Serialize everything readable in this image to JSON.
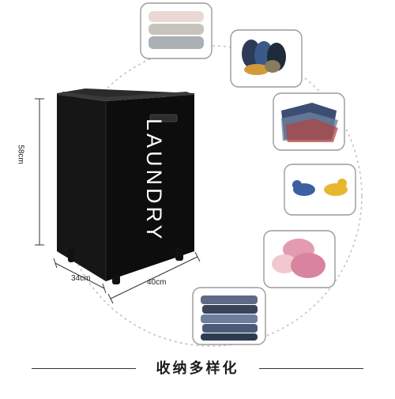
{
  "product": {
    "side_label": "LAUNDRY"
  },
  "dimensions": {
    "height": "58cm",
    "depth": "34cm",
    "width": "40cm"
  },
  "caption": "收纳多样化",
  "uses": [
    {
      "name": "towels"
    },
    {
      "name": "socks"
    },
    {
      "name": "shirts"
    },
    {
      "name": "toys"
    },
    {
      "name": "clothes"
    },
    {
      "name": "jeans"
    }
  ],
  "colors": {
    "hamper": "#111111",
    "circle_dash": "#bdbdbd",
    "card_border": "#9a9a9a"
  }
}
